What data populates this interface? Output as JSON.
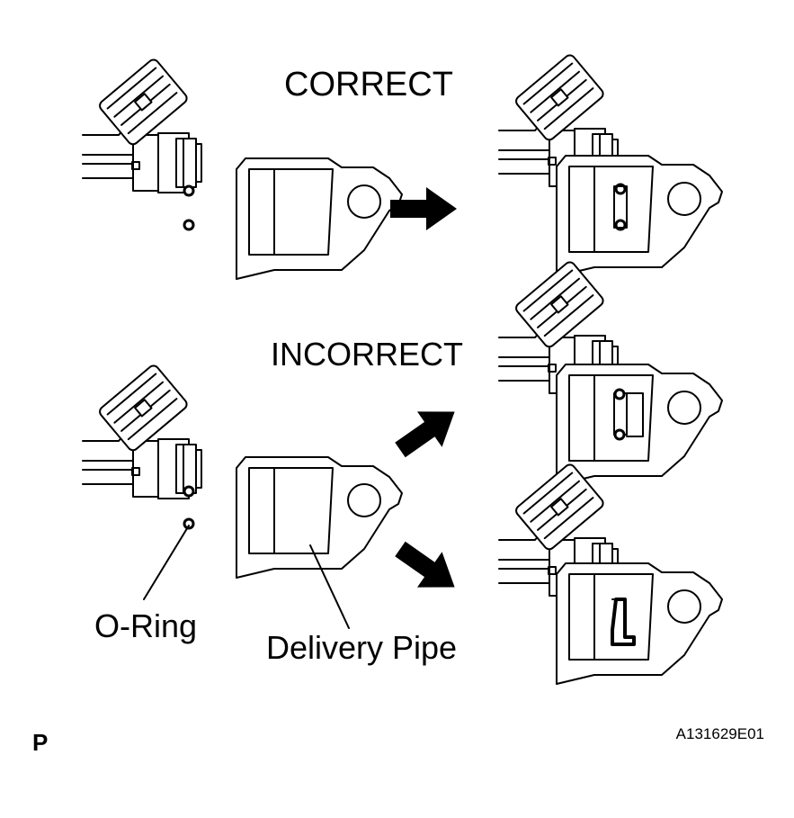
{
  "labels": {
    "correct": "CORRECT",
    "incorrect": "INCORRECT",
    "o_ring": "O-Ring",
    "delivery_pipe": "Delivery Pipe",
    "corner_letter": "P",
    "figure_code": "A131629E01"
  },
  "colors": {
    "ink": "#000000",
    "paper": "#ffffff"
  }
}
